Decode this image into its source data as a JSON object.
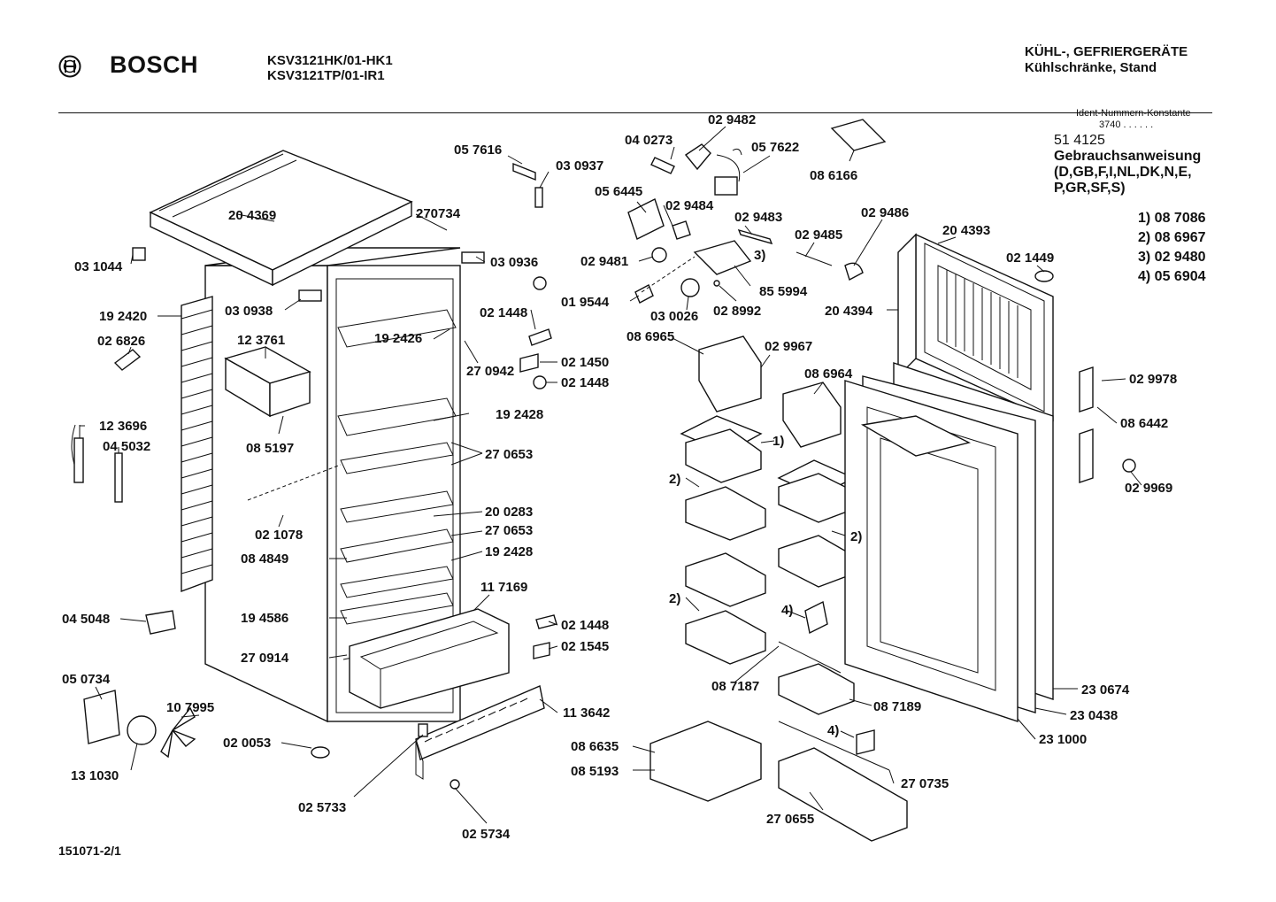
{
  "header": {
    "brand": "BOSCH",
    "models": [
      "KSV3121HK/01-HK1",
      "KSV3121TP/01-IR1"
    ],
    "category": [
      "KÜHL-, GEFRIERGERÄTE",
      "Kühlschränke, Stand"
    ]
  },
  "ident": {
    "title": "Ident-Nummern-Konstante",
    "value": "3740  . .   . . . ."
  },
  "manual": {
    "code": "51 4125",
    "title": "Gebrauchsanweisung",
    "langs": [
      "(D,GB,F,I,NL,DK,N,E,",
      "P,GR,SF,S)"
    ]
  },
  "notes": [
    "1) 08 7086",
    "2) 08 6967",
    "3) 02 9480",
    "4) 05 6904"
  ],
  "footer": "151071-2/1",
  "labels": [
    "20 4369",
    "270734",
    "03 1044",
    "03 0936",
    "19 2420",
    "03 0938",
    "02 6826",
    "12 3761",
    "19 2426",
    "12 3696",
    "04 5032",
    "08 5197",
    "27 0942",
    "19 2428",
    "27 0653",
    "02 1078",
    "20 0283",
    "27 0653",
    "08 4849",
    "19 2428",
    "11 7169",
    "19 4586",
    "04 5048",
    "27 0914",
    "05 0734",
    "10 7995",
    "02 0053",
    "13 1030",
    "11 3642",
    "02 5733",
    "02 5734",
    "05 7616",
    "03 0937",
    "02 1448",
    "02 1450",
    "02 1448",
    "02 1448",
    "02 1545",
    "04 0273",
    "02 9482",
    "05 7622",
    "05 6445",
    "02 9484",
    "02 9481",
    "01 9544",
    "03 0026",
    "02 8992",
    "85 5994",
    "02 9483",
    "02 9485",
    "3)",
    "02 9486",
    "08 6166",
    "20 4393",
    "02 1449",
    "20 4394",
    "08 6965",
    "02 9967",
    "08 6964",
    "1)",
    "2)",
    "2)",
    "2)",
    "4)",
    "08 7187",
    "08 7189",
    "08 6635",
    "08 5193",
    "4)",
    "27 0735",
    "27 0655",
    "02 9978",
    "08 6442",
    "02 9969",
    "23 0674",
    "23 0438",
    "23 1000"
  ]
}
